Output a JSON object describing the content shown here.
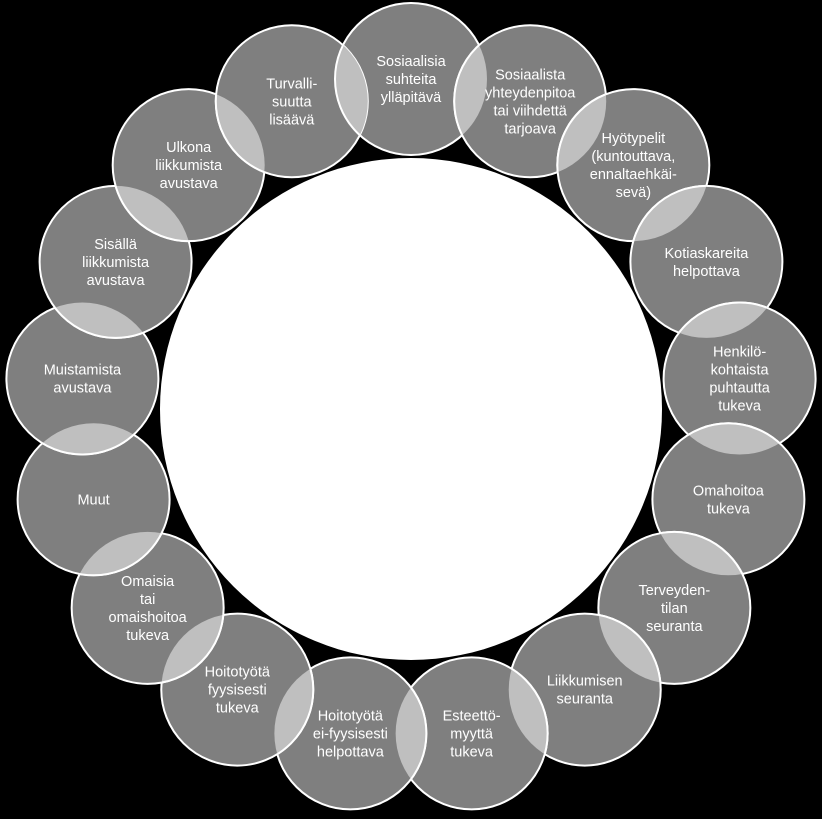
{
  "diagram": {
    "type": "cycle",
    "center_label": "",
    "colors": {
      "background": "#000000",
      "node_fill": "#7f7f7f",
      "node_stroke": "#ffffff",
      "overlap_fill": "#bfbfbf",
      "center_fill": "#ffffff",
      "text": "#ffffff"
    },
    "nodes": [
      {
        "label": "Sosiaalisia suhteita ylläpitävä",
        "lines": [
          "Sosiaalisia",
          "suhteita",
          "ylläpitävä"
        ]
      },
      {
        "label": "Sosiaalista yhteydenpitoa tai viihdettä tarjoava",
        "lines": [
          "Sosiaalista",
          "yhteydenpitoa",
          "tai viihdettä",
          "tarjoava"
        ]
      },
      {
        "label": "Hyötypelit (kuntouttava, ennaltaehkäi-sevä)",
        "lines": [
          "Hyötypelit",
          "(kuntouttava,",
          "ennaltaehkäi-",
          "sevä)"
        ]
      },
      {
        "label": "Kotiaskareita helpottava",
        "lines": [
          "Kotiaskareita",
          "helpottava"
        ]
      },
      {
        "label": "Henkilö-kohtaista puhtautta tukeva",
        "lines": [
          "Henkilö-",
          "kohtaista",
          "puhtautta",
          "tukeva"
        ]
      },
      {
        "label": "Omahoitoa tukeva",
        "lines": [
          "Omahoitoa",
          "tukeva"
        ]
      },
      {
        "label": "Terveyden-tilan seuranta",
        "lines": [
          "Terveyden-",
          "tilan",
          "seuranta"
        ]
      },
      {
        "label": "Liikkumisen seuranta",
        "lines": [
          "Liikkumisen",
          "seuranta"
        ]
      },
      {
        "label": "Esteettö-myyttä tukeva",
        "lines": [
          "Esteettö-",
          "myyttä",
          "tukeva"
        ]
      },
      {
        "label": "Hoitotyötä ei-fyysisesti helpottava",
        "lines": [
          "Hoitotyötä",
          "ei-fyysisesti",
          "helpottava"
        ]
      },
      {
        "label": "Hoitotyötä fyysisesti tukeva",
        "lines": [
          "Hoitotyötä",
          "fyysisesti",
          "tukeva"
        ]
      },
      {
        "label": "Omaisia tai omaishoitoa tukeva",
        "lines": [
          "Omaisia",
          "tai",
          "omaishoitoa",
          "tukeva"
        ]
      },
      {
        "label": "Muut",
        "lines": [
          "Muut"
        ]
      },
      {
        "label": "Muistamista avustava",
        "lines": [
          "Muistamista",
          "avustava"
        ]
      },
      {
        "label": "Sisällä liikkumista avustava",
        "lines": [
          "Sisällä",
          "liikkumista",
          "avustava"
        ]
      },
      {
        "label": "Ulkona liikkumista avustava",
        "lines": [
          "Ulkona",
          "liikkumista",
          "avustava"
        ]
      },
      {
        "label": "Turvalli-suutta lisäävä",
        "lines": [
          "Turvalli-",
          "suutta",
          "lisäävä"
        ]
      }
    ]
  }
}
